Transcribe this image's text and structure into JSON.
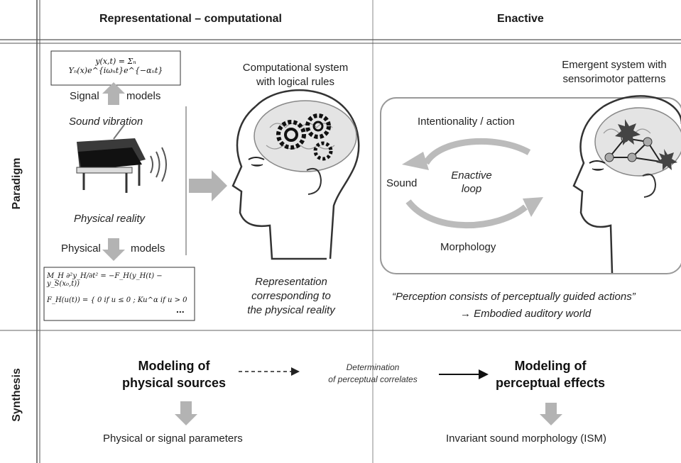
{
  "columns": {
    "left_header": "Representational – computational",
    "right_header": "Enactive"
  },
  "rows": {
    "paradigm": "Paradigm",
    "synthesis": "Synthesis"
  },
  "paradigm_left": {
    "signal_equation": "y(x,t) = Σₙ Yₙ(x)e^{iωₙt}e^{−αₙt}",
    "signal_label": "Signal",
    "signal_models_label": "models",
    "sound_vibration": "Sound vibration",
    "physical_reality": "Physical reality",
    "physical_label": "Physical",
    "physical_models_label": "models",
    "physical_eq_line1": "M_H ∂²y_H/∂t² = −F_H(y_H(t) − y_S(x₀,t))",
    "physical_eq_line2": "F_H(u(t)) = { 0 if u ≤ 0 ; Ku^α if u > 0",
    "physical_eq_ellipsis": "...",
    "computational_system": "Computational system\nwith logical rules",
    "representation": "Representation\ncorresponding to\nthe physical reality"
  },
  "paradigm_right": {
    "emergent_system": "Emergent system with\nsensorimotor patterns",
    "intentionality": "Intentionality / action",
    "sound": "Sound",
    "enactive_loop": "Enactive\nloop",
    "morphology": "Morphology",
    "quote": "“Perception consists of perceptually guided actions”",
    "embodied": "→ Embodied auditory world"
  },
  "synthesis": {
    "left_title": "Modeling of\nphysical sources",
    "middle": "Determination\nof perceptual correlates",
    "right_title": "Modeling of\nperceptual effects",
    "left_result": "Physical or signal parameters",
    "right_result": "Invariant sound morphology (ISM)"
  },
  "colors": {
    "arrow_gray": "#b3b3b3",
    "line": "#555555",
    "frame": "#999999"
  }
}
